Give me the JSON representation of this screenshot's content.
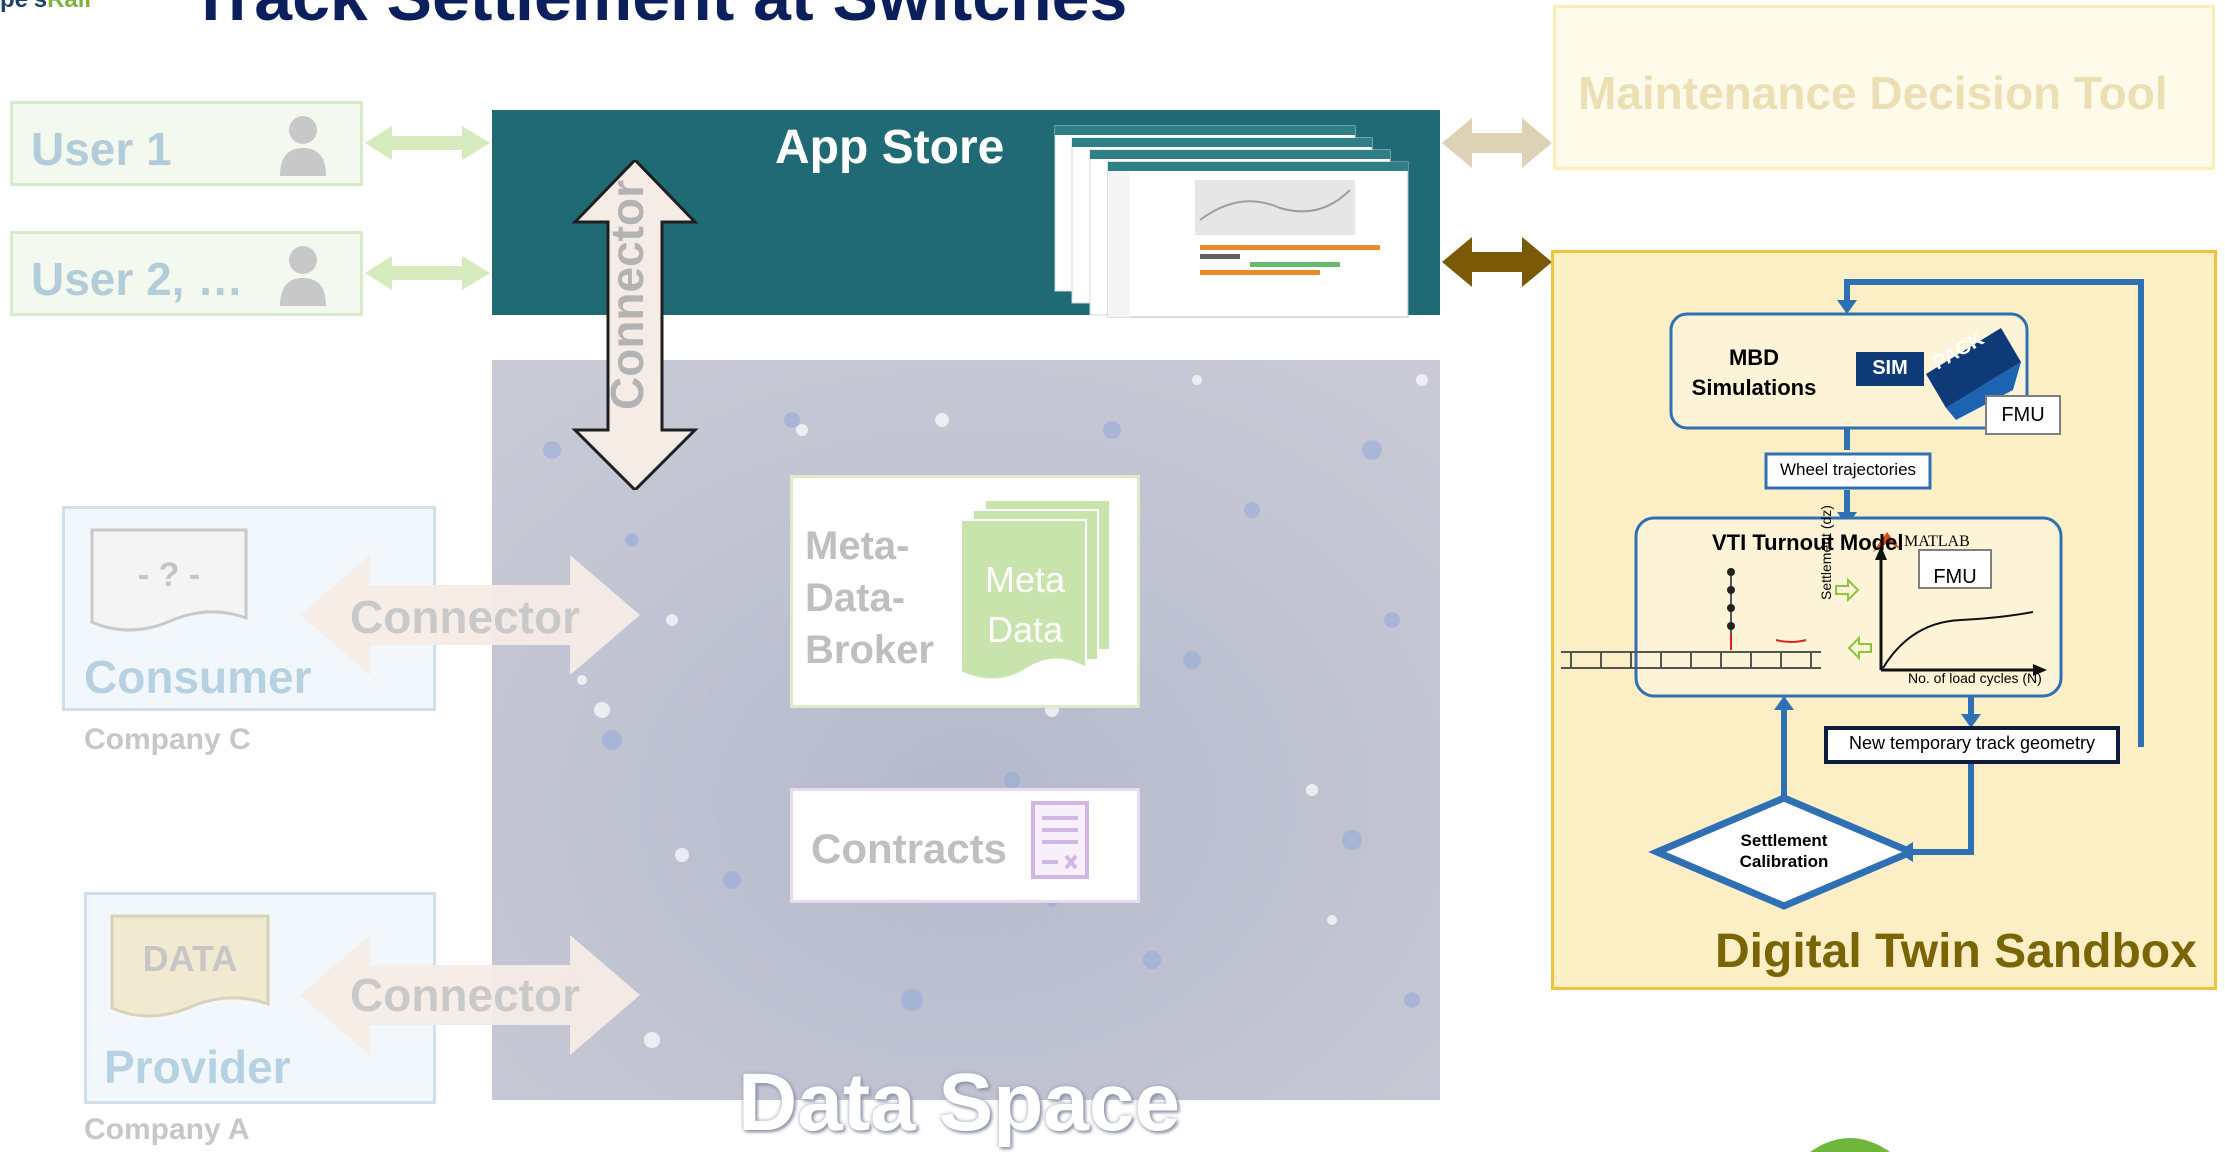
{
  "header": {
    "logo_prefix": "pe's",
    "logo_rail": "Rail",
    "title": "Track Settlement at Switches"
  },
  "users": [
    {
      "label": "User 1"
    },
    {
      "label": "User 2, …"
    }
  ],
  "app_store": {
    "label": "App Store"
  },
  "maintenance_tool": {
    "label": "Maintenance Decision Tool"
  },
  "connectors": {
    "vertical": "Connector",
    "consumer": "Connector",
    "provider": "Connector"
  },
  "data_space": {
    "label": "Data Space",
    "meta_data_broker": {
      "label_lines": [
        "Meta-",
        "Data-",
        "Broker"
      ],
      "doc_lines": [
        "Meta",
        "Data"
      ]
    },
    "contracts": {
      "label": "Contracts"
    }
  },
  "consumer": {
    "doc_text": "- ? -",
    "label": "Consumer",
    "company": "Company C"
  },
  "provider": {
    "doc_text": "DATA",
    "label": "Provider",
    "company": "Company A"
  },
  "digital_twin": {
    "label": "Digital Twin Sandbox",
    "mbd": {
      "lines": [
        "MBD",
        "Simulations"
      ],
      "simpack_sim": "SIM",
      "simpack_pack": "PACK",
      "fmu": "FMU"
    },
    "wheel_trajectories": "Wheel trajectories",
    "vti": {
      "title": "VTI Turnout Model",
      "matlab": "MATLAB",
      "fmu": "FMU",
      "chart_y": "Settlement (dz)",
      "chart_x": "No. of load cycles (N)"
    },
    "new_geometry": "New temporary track geometry",
    "calibration": {
      "lines": [
        "Settlement",
        "Calibration"
      ]
    }
  },
  "colors": {
    "title": "#0a1f5c",
    "app_store": "#1f6a74",
    "digital_twin_border": "#f2c23d",
    "digital_twin_fill": "#fcefc5",
    "flow_blue": "#2f6fb4",
    "dark_arrow": "#7a5a06"
  }
}
